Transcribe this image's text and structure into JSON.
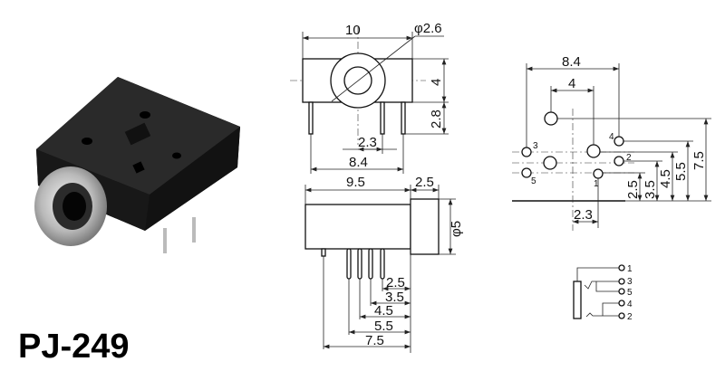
{
  "product": {
    "model": "PJ-249"
  },
  "front_view": {
    "width": "10",
    "hole_diameter": "φ2.6",
    "height": "4",
    "pin_length": "2.8",
    "pin_spacing_a": "2.3",
    "pin_spacing_b": "8.4"
  },
  "side_view": {
    "body_length": "9.5",
    "barrel_length": "2.5",
    "barrel_diameter": "φ5",
    "pin_offsets": [
      "2.5",
      "3.5",
      "4.5",
      "5.5",
      "7.5"
    ]
  },
  "pcb_layout": {
    "width": "8.4",
    "inner_width": "4",
    "offset": "2.3",
    "vertical_offsets": [
      "2.5",
      "3.5",
      "4.5",
      "5.5",
      "7.5"
    ],
    "pin_labels": [
      "1",
      "2",
      "3",
      "4",
      "5"
    ]
  },
  "schematic": {
    "pins": [
      "1",
      "3",
      "5",
      "4",
      "2"
    ]
  }
}
